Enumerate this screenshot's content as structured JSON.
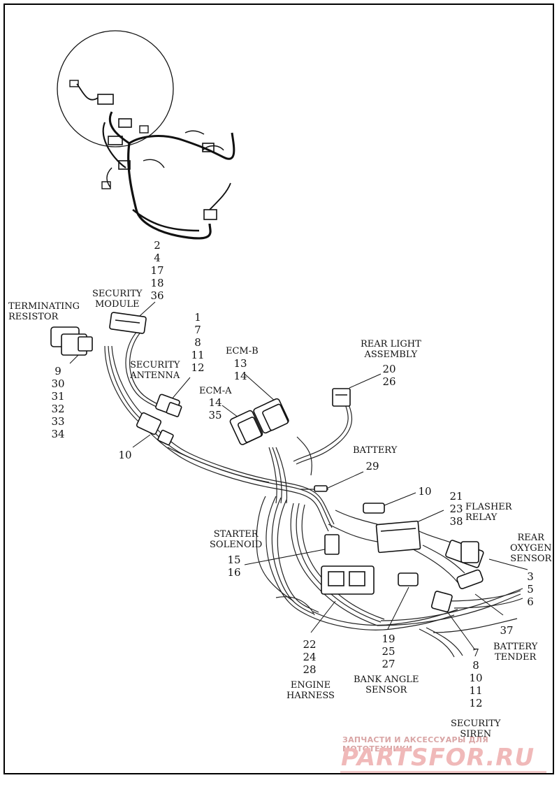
{
  "labels": {
    "terminating_resistor": [
      "TERMINATING",
      "RESISTOR"
    ],
    "security_module": [
      "SECURITY",
      "MODULE"
    ],
    "security_antenna": [
      "SECURITY",
      "ANTENNA"
    ],
    "ecm_b": "ECM-B",
    "ecm_a": "ECM-A",
    "rear_light_assembly": [
      "REAR LIGHT",
      "ASSEMBLY"
    ],
    "battery": "BATTERY",
    "flasher_relay": [
      "FLASHER",
      "RELAY"
    ],
    "rear_oxygen_sensor": [
      "REAR",
      "OXYGEN",
      "SENSOR"
    ],
    "starter_solenoid": [
      "STARTER",
      "SOLENOID"
    ],
    "battery_tender": [
      "BATTERY",
      "TENDER"
    ],
    "engine_harness": [
      "ENGINE",
      "HARNESS"
    ],
    "bank_angle_sensor": [
      "BANK ANGLE",
      "SENSOR"
    ],
    "security_siren": [
      "SECURITY",
      "SIREN"
    ]
  },
  "callouts": {
    "overview_harness": [
      "2",
      "4",
      "17",
      "18",
      "36"
    ],
    "security_antenna": [
      "1",
      "7",
      "8",
      "11",
      "12"
    ],
    "terminating_resistor": [
      "9",
      "30",
      "31",
      "32",
      "33",
      "34"
    ],
    "ecm_b": [
      "13",
      "14"
    ],
    "ecm_a": [
      "14",
      "35"
    ],
    "rear_light_assembly": [
      "20",
      "26"
    ],
    "battery": [
      "29"
    ],
    "left_connector": [
      "10"
    ],
    "flasher_relay_top": [
      "10"
    ],
    "flasher_relay": [
      "21",
      "23",
      "38"
    ],
    "rear_oxygen_sensor": [
      "3",
      "5",
      "6"
    ],
    "starter_solenoid": [
      "15",
      "16"
    ],
    "battery_tender": [
      "37"
    ],
    "engine_harness": [
      "22",
      "24",
      "28"
    ],
    "bank_angle_sensor": [
      "19",
      "25",
      "27"
    ],
    "security_siren": [
      "7",
      "8",
      "10",
      "11",
      "12"
    ]
  },
  "watermark": {
    "tagline": "ЗАПЧАСТИ И АКСЕССУАРЫ ДЛЯ МОТОТЕХНИКИ",
    "logo": "PARTSFOR.RU"
  }
}
